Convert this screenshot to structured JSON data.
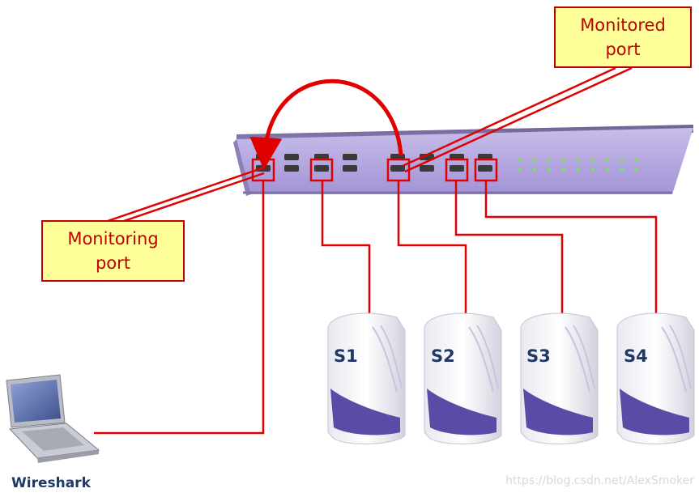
{
  "callouts": {
    "monitored": {
      "line1": "Monitored",
      "line2": "port"
    },
    "monitoring": {
      "line1": "Monitoring",
      "line2": "port"
    }
  },
  "servers": [
    "S1",
    "S2",
    "S3",
    "S4"
  ],
  "laptop_label": "Wireshark",
  "watermark": "https://blog.csdn.net/AlexSmoker",
  "colors": {
    "wire": "#e00000",
    "callout_fill": "#ffff99",
    "callout_text": "#c00000",
    "switch_body": "#b3a6dc",
    "server_accent": "#5b4aa6",
    "caption": "#1f3864"
  },
  "icons": [
    "network-switch-icon",
    "server-icon",
    "laptop-icon",
    "mirror-arrow"
  ]
}
